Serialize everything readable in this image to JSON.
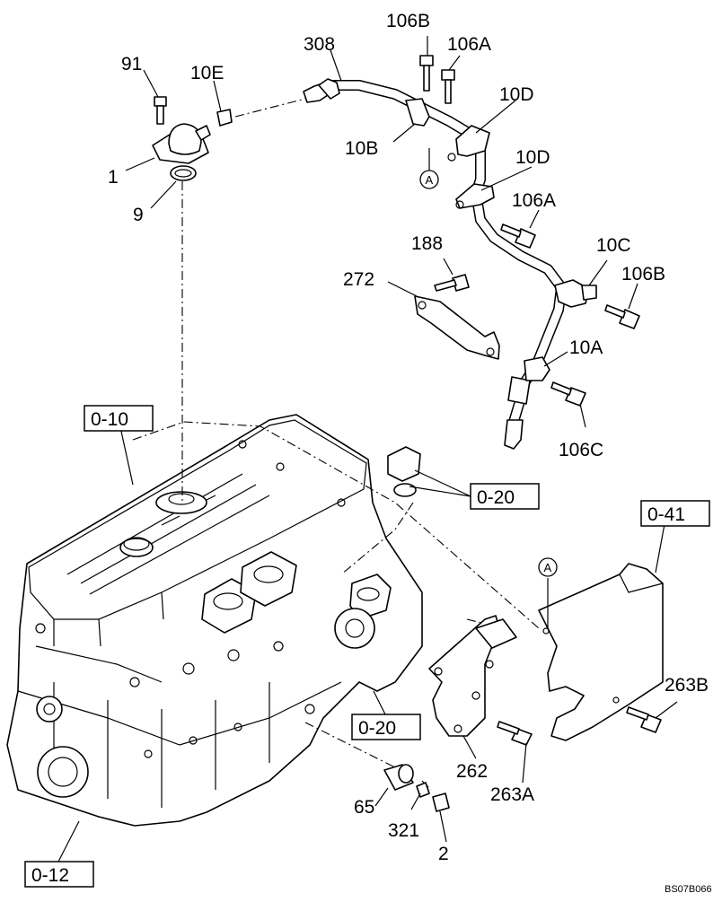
{
  "labels": {
    "p91": "91",
    "p10E": "10E",
    "p308": "308",
    "p106B_top": "106B",
    "p106A_top": "106A",
    "p10D_top": "10D",
    "p10B": "10B",
    "p10D_mid": "10D",
    "p1": "1",
    "p9": "9",
    "pA_top": "A",
    "p106A_mid": "106A",
    "p188": "188",
    "p10C": "10C",
    "p272": "272",
    "p106B_mid": "106B",
    "p10A": "10A",
    "p106C": "106C",
    "p263B": "263B",
    "pA_right": "A",
    "p262": "262",
    "p263A": "263A",
    "p65": "65",
    "p321": "321",
    "p2": "2"
  },
  "references": {
    "r0_10": "0-10",
    "r0_20_top": "0-20",
    "r0_41": "0-41",
    "r0_20_bottom": "0-20",
    "r0_12": "0-12"
  },
  "figure_code": "BS07B066"
}
